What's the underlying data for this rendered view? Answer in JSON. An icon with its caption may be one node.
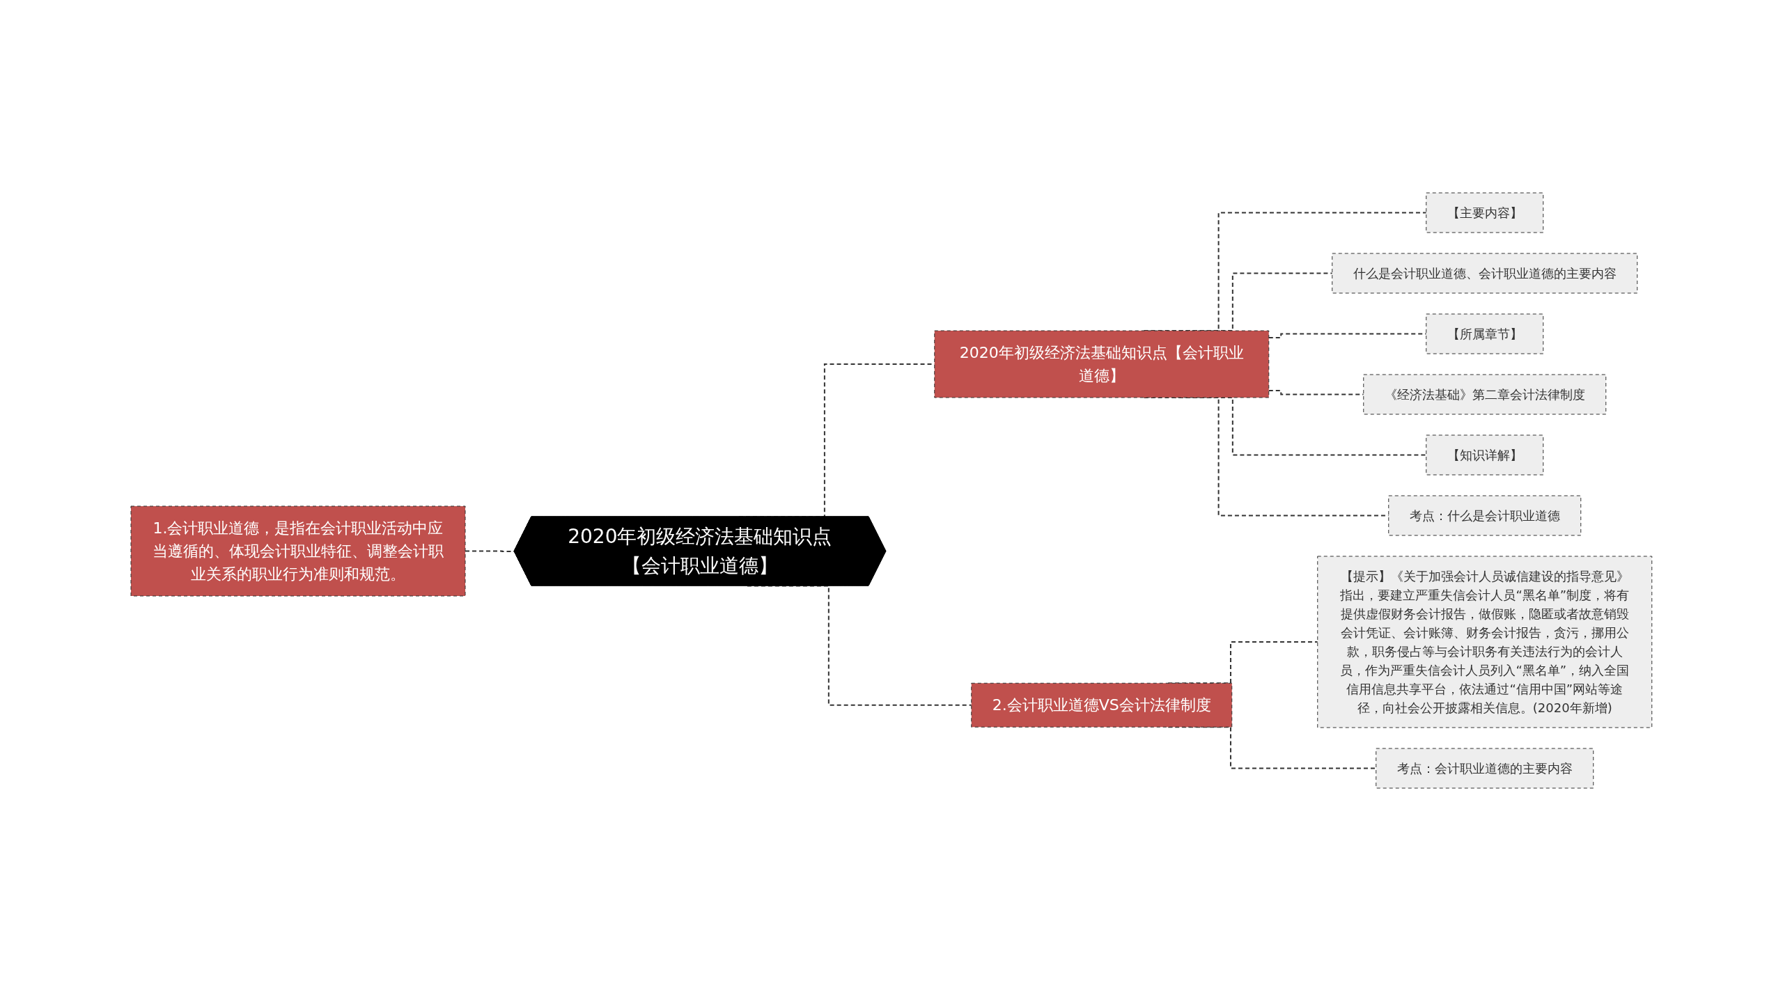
{
  "diagram": {
    "nodes": [
      {
        "text": [
          "2020年初级经济法基础知识点【会计职业道德】"
        ]
      },
      {
        "text": [
          "1.会计职业道德，是指在会计职业活动中应当遵循的、体现会计职业特征、调整会计职业关系的职业行为准则和规范。"
        ]
      },
      {
        "text": [
          "2020年初级经济法基础知识点【会计职业道德】"
        ]
      },
      {
        "text": [
          "2.会计职业道德VS会计法律制度"
        ]
      },
      {
        "text": [
          "【主要内容】"
        ]
      },
      {
        "text": [
          "什么是会计职业道德、会计职业道德的主要内容"
        ]
      },
      {
        "text": [
          "【所属章节】"
        ]
      },
      {
        "text": [
          "《经济法基础》第二章会计法律制度"
        ]
      },
      {
        "text": [
          "【知识详解】"
        ]
      },
      {
        "text": [
          "考点：什么是会计职业道德"
        ]
      },
      {
        "text": [
          "【提示】《关于加强会计人员诚信建设的指导意见》指出，要建立严重失信会计人员“黑名单”制度，将有提供虚假财务会计报告，做假账，隐匿或者故意销毁会计凭证、会计账簿、财务会计报告，贪污，挪用公款，职务侵占等与会计职务有关违法行为的会计人员，作为严重失信会计人员列入“黑名单”，纳入全国信用信息共享平台，依法通过“信用中国”网站等途径，向社会公开披露相关信息。(2020年新增)"
        ]
      },
      {
        "text": [
          "考点：会计职业道德的主要内容"
        ]
      }
    ],
    "edges": [
      {
        "from": 0,
        "to": 1,
        "arrow": "none",
        "style": "dashed"
      },
      {
        "from": 0,
        "to": 2,
        "arrow": "none",
        "style": "dashed"
      },
      {
        "from": 0,
        "to": 3,
        "arrow": "none",
        "style": "dashed"
      },
      {
        "from": 2,
        "to": 4,
        "arrow": "none",
        "style": "dashed"
      },
      {
        "from": 2,
        "to": 5,
        "arrow": "none",
        "style": "dashed"
      },
      {
        "from": 2,
        "to": 6,
        "arrow": "none",
        "style": "dashed"
      },
      {
        "from": 2,
        "to": 7,
        "arrow": "none",
        "style": "dashed"
      },
      {
        "from": 2,
        "to": 8,
        "arrow": "none",
        "style": "dashed"
      },
      {
        "from": 2,
        "to": 9,
        "arrow": "none",
        "style": "dashed"
      },
      {
        "from": 3,
        "to": 10,
        "arrow": "none",
        "style": "dashed"
      },
      {
        "from": 3,
        "to": 11,
        "arrow": "none",
        "style": "dashed"
      }
    ]
  }
}
